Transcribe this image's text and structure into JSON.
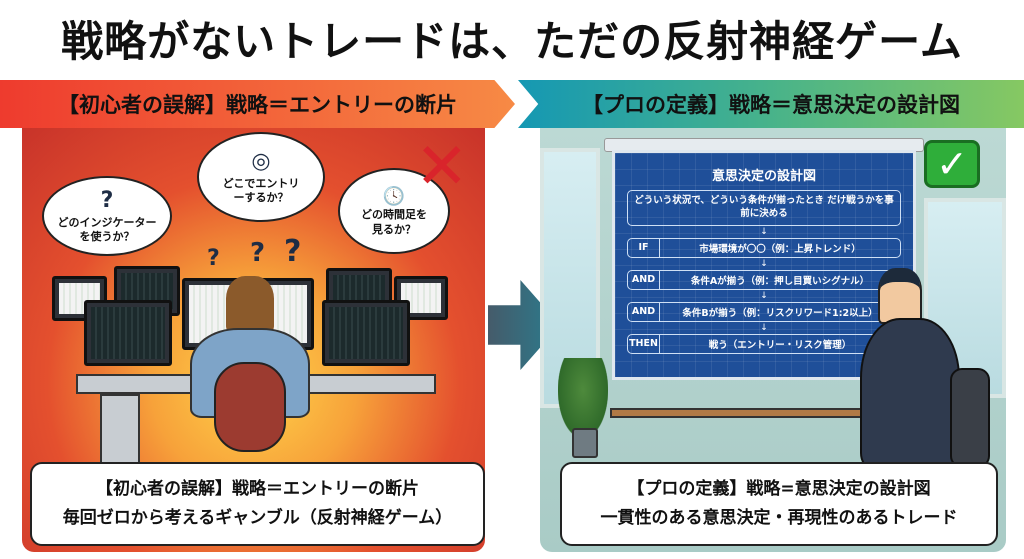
{
  "title": "戦略がないトレードは、ただの反射神経ゲーム",
  "left": {
    "header": "【初心者の誤解】戦略＝エントリーの断片",
    "thoughts": [
      {
        "icon": "question-icon",
        "symbol": "?",
        "text": "どのインジケーターを使うか？"
      },
      {
        "icon": "target-icon",
        "symbol": "◎",
        "text": "どこでエントリーするか？"
      },
      {
        "icon": "clock-icon",
        "symbol": "🕓",
        "text": "どの時間足を見るか？"
      }
    ],
    "floating_marks": [
      "?",
      "?",
      "?"
    ],
    "cross_symbol": "✕",
    "caption_line1": "【初心者の誤解】戦略＝エントリーの断片",
    "caption_line2": "毎回ゼロから考えるギャンブル（反射神経ゲーム）"
  },
  "right": {
    "header": "【プロの定義】戦略＝意思決定の設計図",
    "check_symbol": "✓",
    "board": {
      "title": "意思決定の設計図",
      "intro": "どういう状況で、どういう条件が揃ったとき だけ戦うかを事前に決める",
      "arrow": "↓",
      "rows": [
        {
          "key": "IF",
          "value": "市場環境が〇〇（例：上昇トレンド）"
        },
        {
          "key": "AND",
          "value": "条件Aが揃う（例：押し目買いシグナル）"
        },
        {
          "key": "AND",
          "value": "条件Bが揃う（例：リスクリワード1:2以上）"
        },
        {
          "key": "THEN",
          "value": "戦う（エントリー・リスク管理）"
        }
      ]
    },
    "caption_line1": "【プロの定義】戦略=意思決定の設計図",
    "caption_line2": "一貫性のある意思決定・再現性のあるトレード"
  }
}
